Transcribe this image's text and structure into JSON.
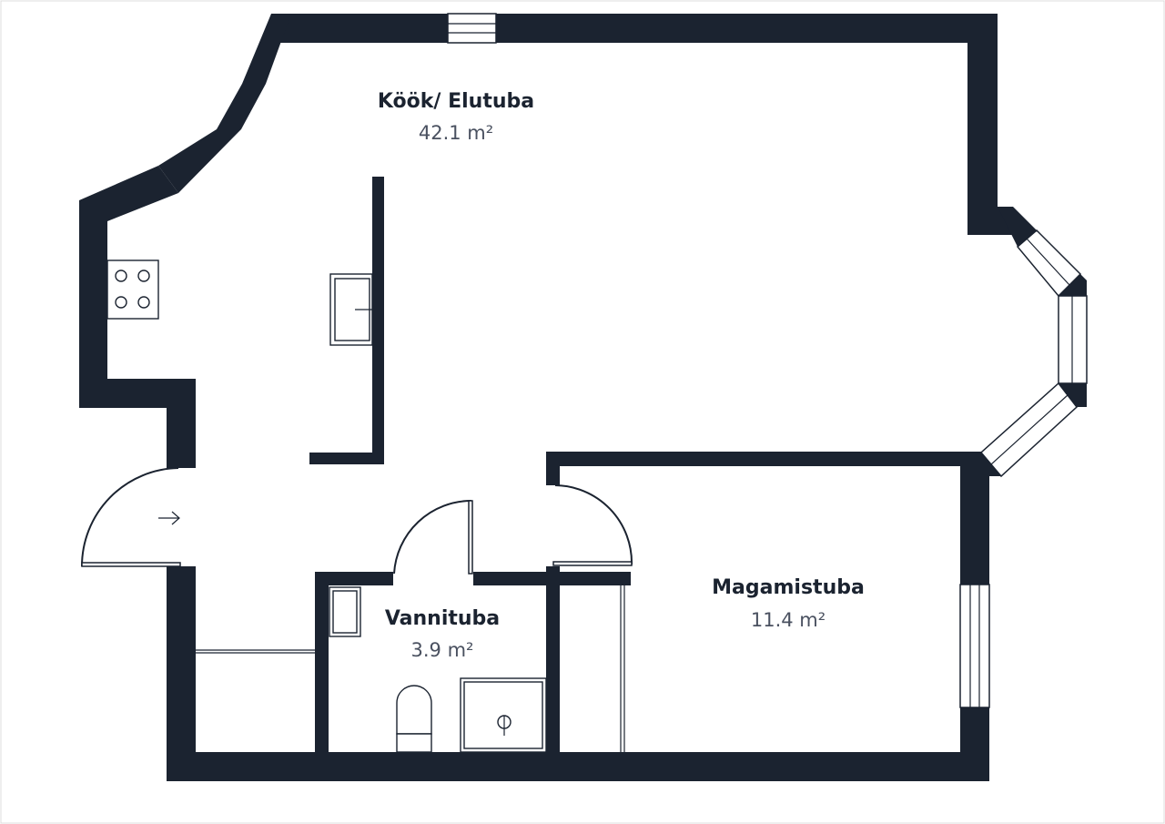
{
  "rooms": [
    {
      "id": "kitchen-living",
      "name": "Köök/ Elutuba",
      "area": "42.1 m²"
    },
    {
      "id": "bathroom",
      "name": "Vannituba",
      "area": "3.9 m²"
    },
    {
      "id": "bedroom",
      "name": "Magamistuba",
      "area": "11.4 m²"
    }
  ],
  "icons": {
    "entrance": "entrance-arrow-icon",
    "stove": "stove-icon",
    "sink": "sink-icon",
    "toilet": "toilet-icon",
    "shower": "shower-icon"
  },
  "colors": {
    "wall": "#1b2330",
    "label": "#1b2330",
    "area": "#4a5160",
    "background": "#ffffff"
  }
}
